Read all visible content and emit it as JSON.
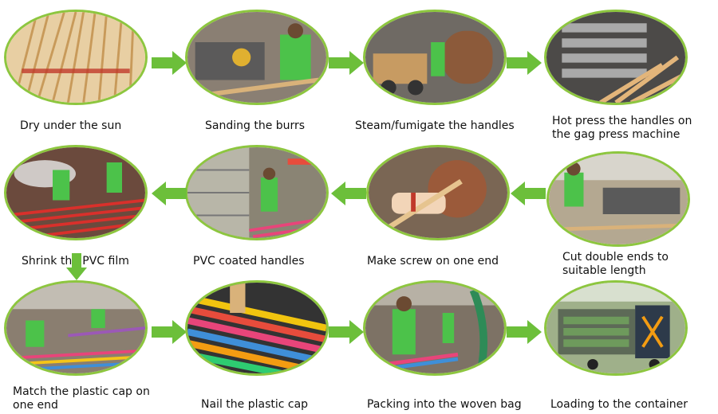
{
  "steps": [
    {
      "label": "Dry under the sun"
    },
    {
      "label": "Sanding the burrs"
    },
    {
      "label": "Steam/fumigate the handles"
    },
    {
      "label": "Hot press the handles on the gag press machine"
    },
    {
      "label": "Cut double ends to suitable length"
    },
    {
      "label": "Make screw on one end"
    },
    {
      "label": "PVC coated handles"
    },
    {
      "label": "Shrink the PVC film"
    },
    {
      "label": "Match the plastic cap on one end"
    },
    {
      "label": "Nail the plastic cap"
    },
    {
      "label": "Packing into the woven bag"
    },
    {
      "label": "Loading to the container"
    }
  ],
  "colors": {
    "frame": "#8dc63f",
    "arrow": "#6cbf3a"
  },
  "icons": [
    "arrow-right-icon",
    "arrow-left-icon",
    "arrow-down-icon"
  ]
}
